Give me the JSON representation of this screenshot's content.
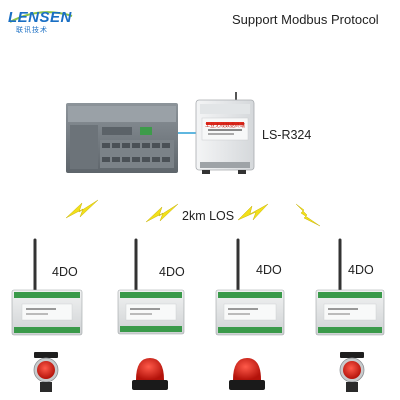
{
  "brand": {
    "name": "LENSEN",
    "tagline": "联讯技术",
    "color": "#1a6fc4"
  },
  "header": {
    "title": "Support Modbus Protocol"
  },
  "master": {
    "plc_icon": "plc-controller-icon",
    "terminal_icon": "wireless-terminal-icon",
    "model": "LS-R324",
    "terminal_text": "工业无线数据终端"
  },
  "link": {
    "range_label": "2km LOS",
    "signal_icon": "wireless-signal-icon",
    "signal_color": "#f2e01a"
  },
  "nodes": [
    {
      "label": "4DO",
      "indicator": "red-push-button-icon"
    },
    {
      "label": "4DO",
      "indicator": "red-warning-light-icon"
    },
    {
      "label": "4DO",
      "indicator": "red-warning-light-icon"
    },
    {
      "label": "4DO",
      "indicator": "red-push-button-icon"
    }
  ]
}
